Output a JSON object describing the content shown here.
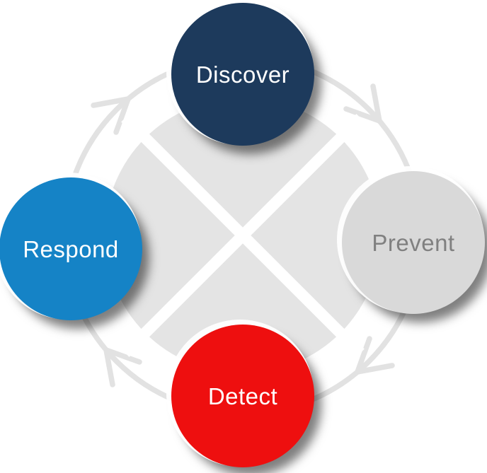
{
  "diagram": {
    "type": "cycle",
    "direction": "clockwise",
    "nodes": [
      {
        "label": "Discover",
        "position": "top",
        "color": "#1d3a5c",
        "text_color": "#ffffff"
      },
      {
        "label": "Prevent",
        "position": "right",
        "color": "#d9d9d9",
        "text_color": "#808080"
      },
      {
        "label": "Detect",
        "position": "bottom",
        "color": "#ee0f0f",
        "text_color": "#ffffff"
      },
      {
        "label": "Respond",
        "position": "left",
        "color": "#1583c6",
        "text_color": "#ffffff"
      }
    ],
    "center_circle": {
      "color": "#e4e4e4",
      "x_mark_color": "#ffffff"
    },
    "ring": {
      "color": "#e2e2e2",
      "arrow_count": 4,
      "arrow_style": "open-chevron"
    }
  }
}
